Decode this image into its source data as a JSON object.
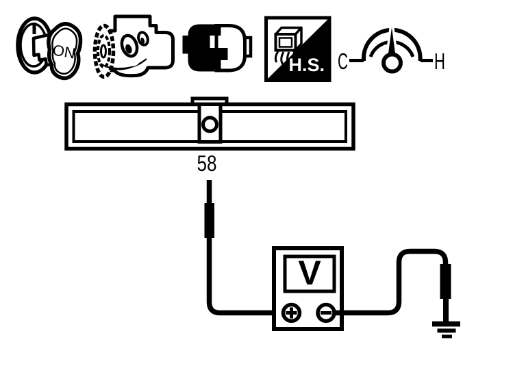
{
  "diagram": {
    "description": "automotive-voltage-test-procedure-diagram",
    "background_color": "#ffffff",
    "line_color": "#000000"
  },
  "condition_icons": {
    "ignition_switch": {
      "icon": "ignition-key-icon",
      "label": "ON"
    },
    "engine": {
      "icon": "engine-running-icon"
    },
    "connector": {
      "icon": "connector-disconnected-icon"
    },
    "harness_side": {
      "icon": "harness-side-connector-icon",
      "label": "H.S."
    },
    "temperature_gauge": {
      "icon": "temperature-gauge-icon",
      "cold": "C",
      "hot": "H"
    }
  },
  "cluster_connector": {
    "terminal": "58"
  },
  "voltmeter": {
    "display": "V",
    "positive": "+",
    "negative": "−"
  },
  "ground": {
    "icon": "chassis-ground-icon"
  }
}
